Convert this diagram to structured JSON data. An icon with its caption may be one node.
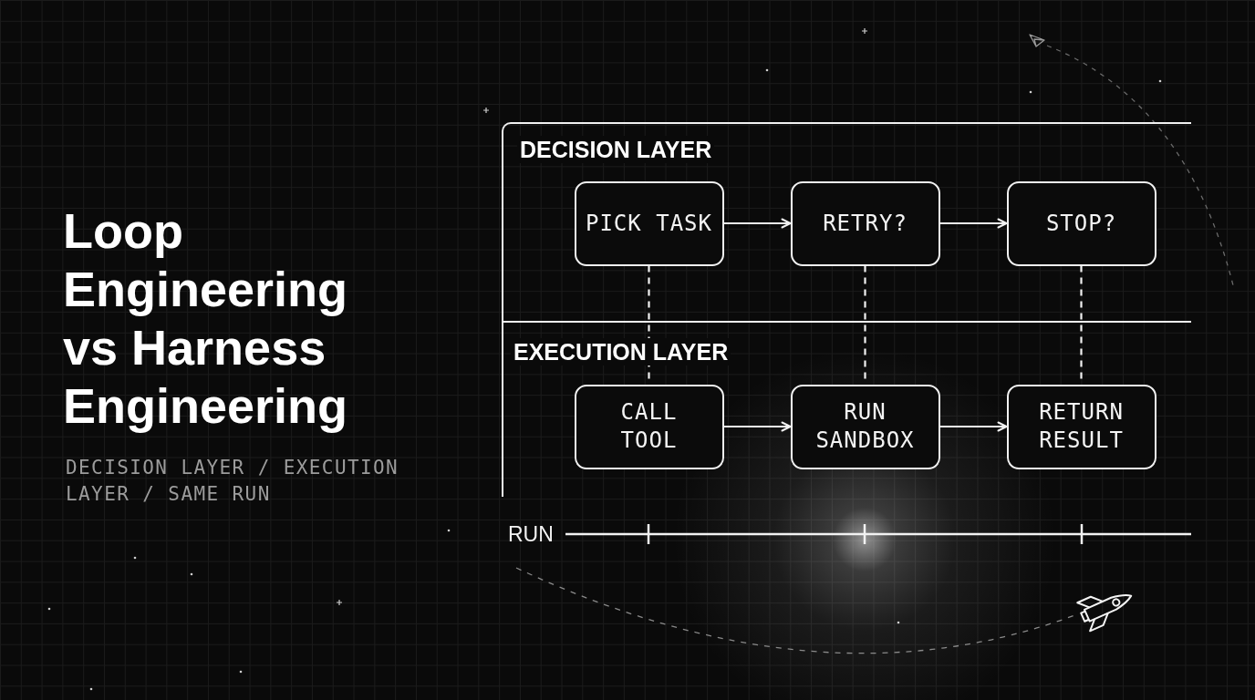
{
  "diagram": {
    "title": "Loop Engineering vs Harness Engineering",
    "nodes": [
      {
        "text": [
          "DECISION LAYER"
        ]
      },
      {
        "text": [
          "PICK TASK"
        ],
        "in": 0
      },
      {
        "text": [
          "RETRY?"
        ],
        "in": 0
      },
      {
        "text": [
          "STOP?"
        ],
        "in": 0
      },
      {
        "text": [
          "EXECUTION LAYER"
        ]
      },
      {
        "text": [
          "CALL TOOL"
        ],
        "in": 4
      },
      {
        "text": [
          "RUN SANDBOX"
        ],
        "in": 4
      },
      {
        "text": [
          "RETURN RESULT"
        ],
        "in": 4
      }
    ],
    "edges": [
      {
        "from": 1,
        "to": 2,
        "arrow": "to"
      },
      {
        "from": 2,
        "to": 3,
        "arrow": "to"
      },
      {
        "from": 5,
        "to": 6,
        "arrow": "to"
      },
      {
        "from": 6,
        "to": 7,
        "arrow": "to"
      },
      {
        "from": 1,
        "to": 5,
        "arrow": "none",
        "style": "dashed"
      },
      {
        "from": 2,
        "to": 6,
        "arrow": "none",
        "style": "dashed"
      },
      {
        "from": 3,
        "to": 7,
        "arrow": "none",
        "style": "dashed"
      }
    ],
    "labels": [
      "DECISION LAYER / EXECUTION LAYER / SAME RUN",
      "RUN"
    ]
  }
}
